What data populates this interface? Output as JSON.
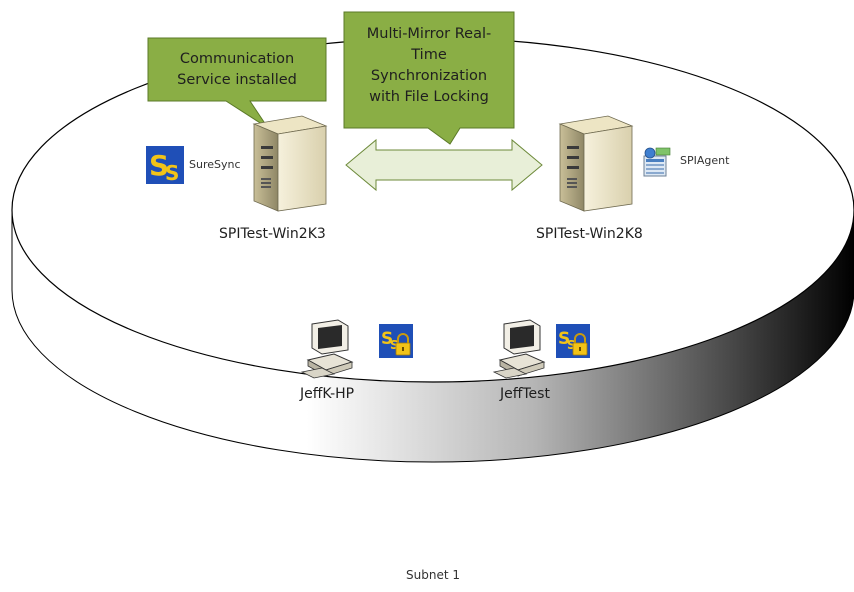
{
  "callouts": {
    "left": {
      "lines": [
        "Communication",
        "Service installed"
      ]
    },
    "top": {
      "lines": [
        "Multi-Mirror Real-",
        "Time",
        "Synchronization",
        "with File Locking"
      ]
    }
  },
  "servers": {
    "left": {
      "name": "SPITest-Win2K3",
      "badge_label": "SureSync",
      "badge_icon": "suresync-logo-icon"
    },
    "right": {
      "name": "SPITest-Win2K8",
      "badge_label": "SPIAgent",
      "badge_icon": "spiagent-icon"
    }
  },
  "workstations": [
    {
      "name": "JeffK-HP",
      "badge_icon": "suresync-lock-icon"
    },
    {
      "name": "JeffTest",
      "badge_icon": "suresync-lock-icon"
    }
  ],
  "subnet": {
    "label": "Subnet 1"
  },
  "colors": {
    "callout_fill": "#8aae45",
    "callout_stroke": "#5b7a28",
    "arrow_fill": "#e8efd8",
    "arrow_stroke": "#6d8a3a",
    "suresync_bg": "#1f4fb7",
    "suresync_letter": "#f2c318"
  }
}
